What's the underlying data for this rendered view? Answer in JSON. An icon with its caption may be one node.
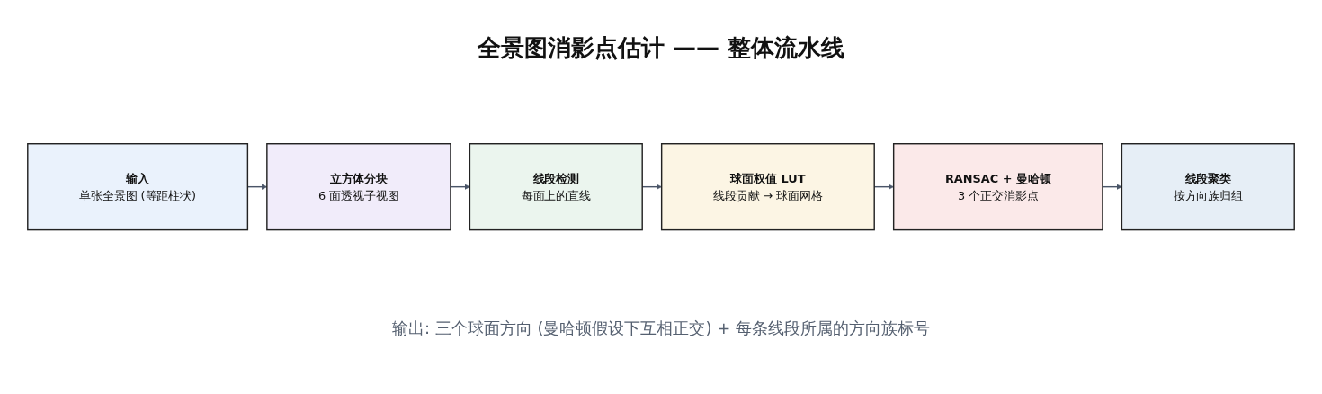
{
  "diagram": {
    "title": "全景图消影点估计 —— 整体流水线",
    "nodes": [
      {
        "text": [
          "输入",
          "单张全景图 (等距柱状)"
        ]
      },
      {
        "text": [
          "立方体分块",
          "6 面透视子视图"
        ]
      },
      {
        "text": [
          "线段检测",
          "每面上的直线"
        ]
      },
      {
        "text": [
          "球面权值 LUT",
          "线段贡献 → 球面网格"
        ]
      },
      {
        "text": [
          "RANSAC + 曼哈顿",
          "3 个正交消影点"
        ]
      },
      {
        "text": [
          "线段聚类",
          "按方向族归组"
        ]
      }
    ],
    "edges": [
      {
        "from": 0,
        "to": 1,
        "arrow": "to"
      },
      {
        "from": 1,
        "to": 2,
        "arrow": "to"
      },
      {
        "from": 2,
        "to": 3,
        "arrow": "to"
      },
      {
        "from": 3,
        "to": 4,
        "arrow": "to"
      },
      {
        "from": 4,
        "to": 5,
        "arrow": "to"
      }
    ],
    "caption": "输出: 三个球面方向 (曼哈顿假设下互相正交) + 每条线段所属的方向族标号"
  }
}
